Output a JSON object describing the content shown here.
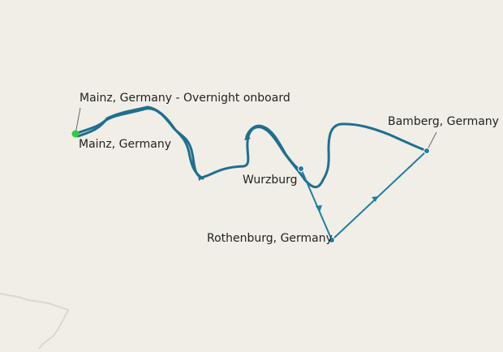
{
  "map": {
    "background_color": "#f0eee6",
    "route_color": "#1f7ea1",
    "river_color": "#1f6f8f",
    "start_marker_color": "#2ecc40",
    "border_color": "#d9d5c8"
  },
  "labels": {
    "mainz_overnight": "Mainz, Germany - Overnight onboard",
    "mainz": "Mainz, Germany",
    "wurzburg": "Wurzburg",
    "bamberg": "Bamberg, Germany",
    "rothenburg": "Rothenburg, Germany"
  }
}
